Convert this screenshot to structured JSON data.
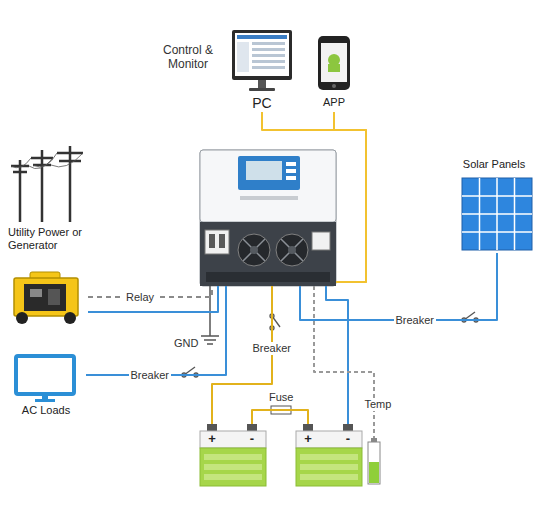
{
  "diagram": {
    "nodes": [
      {
        "text": [
          "PC"
        ]
      },
      {
        "text": [
          "APP"
        ]
      },
      {
        "text": [
          "Utility Power or Generator"
        ]
      },
      {
        "text": []
      },
      {
        "text": [
          "Solar Panels"
        ]
      },
      {
        "text": [
          "AC Loads"
        ]
      },
      {
        "text": [
          "+",
          "-"
        ]
      },
      {
        "text": [
          "+",
          "-"
        ]
      },
      {
        "text": []
      }
    ],
    "edges": [
      {
        "from": 0,
        "to": 3,
        "arrow": "none"
      },
      {
        "from": 1,
        "to": 3,
        "arrow": "none"
      },
      {
        "from": 2,
        "to": 3,
        "label": "Relay",
        "arrow": "none"
      },
      {
        "from": 2,
        "to": 3,
        "arrow": "none"
      },
      {
        "from": 3,
        "to": 5,
        "label": "Breaker",
        "arrow": "none"
      },
      {
        "from": 4,
        "to": 3,
        "label": "Breaker",
        "arrow": "none"
      },
      {
        "from": 3,
        "to": 6,
        "label": "Breaker",
        "arrow": "none"
      },
      {
        "from": 6,
        "to": 7,
        "label": "Fuse",
        "arrow": "none"
      },
      {
        "from": 3,
        "to": 7,
        "arrow": "none"
      },
      {
        "from": 3,
        "to": 8,
        "label": "Temp",
        "arrow": "none"
      }
    ],
    "labels": [
      "Control & Monitor",
      "GND"
    ]
  }
}
